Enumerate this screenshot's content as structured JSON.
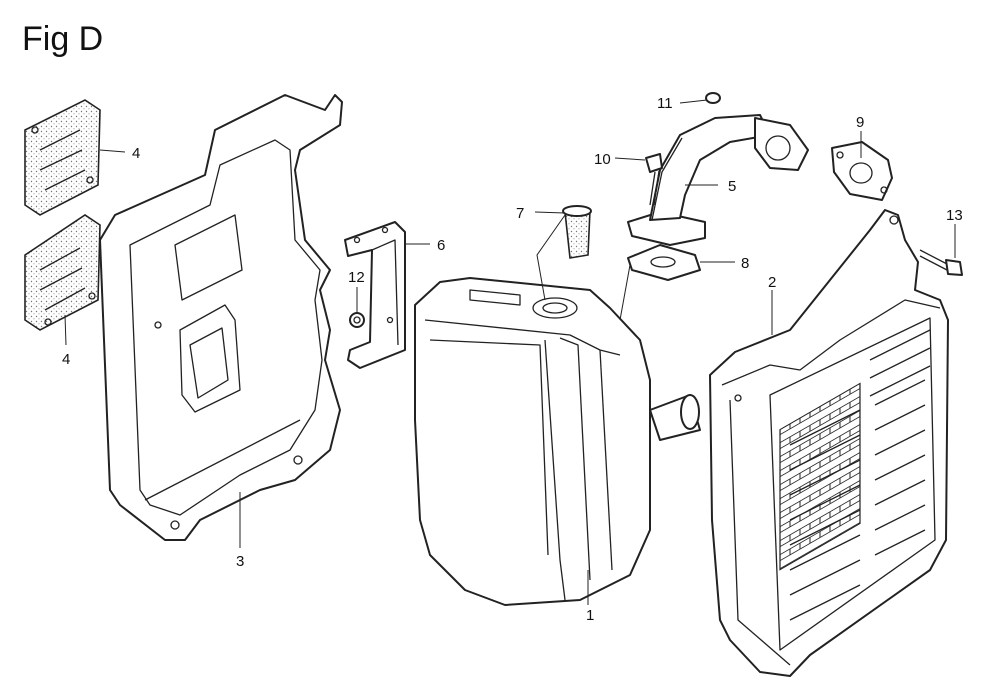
{
  "figure": {
    "title": "Fig D"
  },
  "callouts": [
    {
      "id": "1",
      "label": "1",
      "part": "muffler"
    },
    {
      "id": "2",
      "label": "2",
      "part": "muffler-protector"
    },
    {
      "id": "3",
      "label": "3",
      "part": "muffler-cover"
    },
    {
      "id": "4a",
      "label": "4",
      "part": "cover-plate-upper"
    },
    {
      "id": "4b",
      "label": "4",
      "part": "cover-plate-lower"
    },
    {
      "id": "5",
      "label": "5",
      "part": "exhaust-pipe"
    },
    {
      "id": "6",
      "label": "6",
      "part": "muffler-stay"
    },
    {
      "id": "7",
      "label": "7",
      "part": "spark-arrester-screen"
    },
    {
      "id": "8",
      "label": "8",
      "part": "pipe-gasket"
    },
    {
      "id": "9",
      "label": "9",
      "part": "exhaust-gasket"
    },
    {
      "id": "10",
      "label": "10",
      "part": "pipe-bolt"
    },
    {
      "id": "11",
      "label": "11",
      "part": "flange-nut"
    },
    {
      "id": "12",
      "label": "12",
      "part": "stay-nut"
    },
    {
      "id": "13",
      "label": "13",
      "part": "protector-bolt"
    }
  ]
}
